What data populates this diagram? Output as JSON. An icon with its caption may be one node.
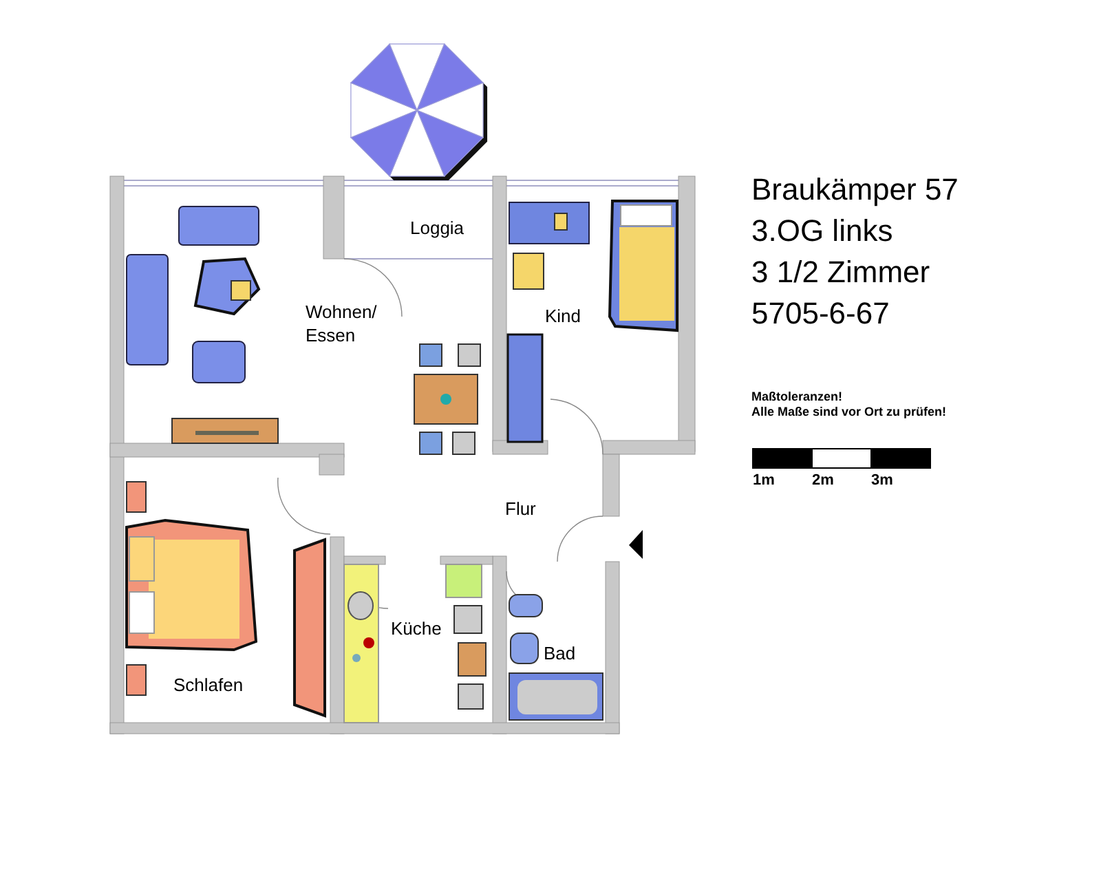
{
  "diagram": {
    "labels": [
      "Loggia",
      "Wohnen/ Essen",
      "Kind",
      "Flur",
      "Küche",
      "Bad",
      "Schlafen",
      "Braukämper 57",
      "3.OG links",
      "3 1/2 Zimmer",
      "5705-6-67",
      "Maßtoleranzen!",
      "Alle Maße sind vor Ort zu prüfen!",
      "1m",
      "2m",
      "3m"
    ]
  }
}
